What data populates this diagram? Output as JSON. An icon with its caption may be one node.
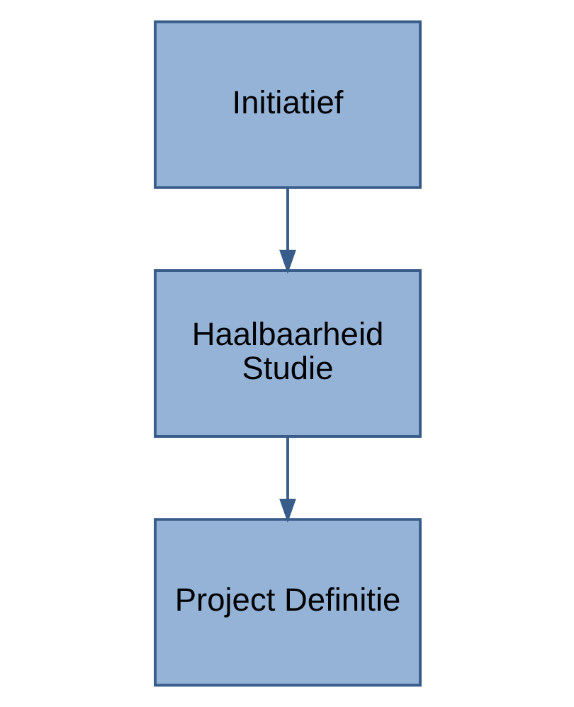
{
  "diagram": {
    "nodes": [
      {
        "text": [
          "Initiatief"
        ]
      },
      {
        "text": [
          "Haalbaarheid Studie"
        ]
      },
      {
        "text": [
          "Project Definitie"
        ]
      }
    ],
    "edges": [
      {
        "from": 0,
        "to": 1,
        "arrow": "to"
      },
      {
        "from": 1,
        "to": 2,
        "arrow": "to"
      }
    ]
  }
}
